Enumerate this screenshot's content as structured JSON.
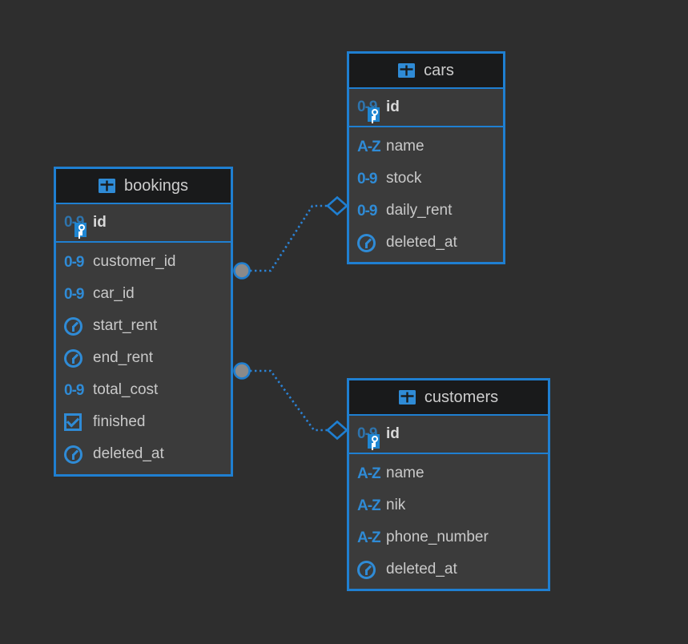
{
  "canvas": {
    "background": "#2e2e2e"
  },
  "colors": {
    "accent_blue": "#1f7fd1",
    "icon_blue": "#2f8bd6",
    "entity_body": "#3b3b3b",
    "entity_header": "#191a1b",
    "text": "#c9c9c9",
    "connector_circle_fill": "#8a8a8a"
  },
  "glyphs": {
    "numeric": "0-9",
    "text": "A-Z"
  },
  "tables": [
    {
      "name": "bookings",
      "icon": "table-icon",
      "primary_key": {
        "name": "id",
        "icon": "primary-key-icon",
        "type": "numeric"
      },
      "columns": [
        {
          "name": "customer_id",
          "icon": "numeric-icon"
        },
        {
          "name": "car_id",
          "icon": "numeric-icon"
        },
        {
          "name": "start_rent",
          "icon": "datetime-icon"
        },
        {
          "name": "end_rent",
          "icon": "datetime-icon"
        },
        {
          "name": "total_cost",
          "icon": "numeric-icon"
        },
        {
          "name": "finished",
          "icon": "boolean-icon"
        },
        {
          "name": "deleted_at",
          "icon": "datetime-icon"
        }
      ]
    },
    {
      "name": "cars",
      "icon": "table-icon",
      "primary_key": {
        "name": "id",
        "icon": "primary-key-icon",
        "type": "numeric"
      },
      "columns": [
        {
          "name": "name",
          "icon": "text-icon"
        },
        {
          "name": "stock",
          "icon": "numeric-icon"
        },
        {
          "name": "daily_rent",
          "icon": "numeric-icon"
        },
        {
          "name": "deleted_at",
          "icon": "datetime-icon"
        }
      ]
    },
    {
      "name": "customers",
      "icon": "table-icon",
      "primary_key": {
        "name": "id",
        "icon": "primary-key-icon",
        "type": "numeric"
      },
      "columns": [
        {
          "name": "name",
          "icon": "text-icon"
        },
        {
          "name": "nik",
          "icon": "text-icon"
        },
        {
          "name": "phone_number",
          "icon": "text-icon"
        },
        {
          "name": "deleted_at",
          "icon": "datetime-icon"
        }
      ]
    }
  ],
  "relationships": [
    {
      "from": "bookings",
      "to": "cars",
      "from_marker": "circle",
      "to_marker": "diamond",
      "line_style": "dotted"
    },
    {
      "from": "bookings",
      "to": "customers",
      "from_marker": "circle",
      "to_marker": "diamond",
      "line_style": "dotted"
    }
  ]
}
